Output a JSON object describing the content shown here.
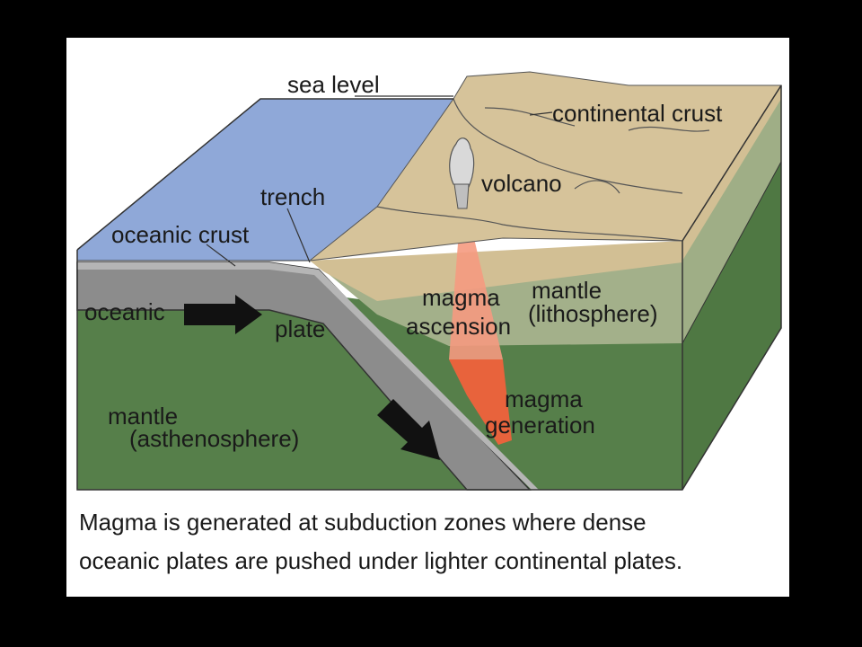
{
  "labels": {
    "sea_level": "sea level",
    "continental_crust": "continental crust",
    "volcano": "volcano",
    "trench": "trench",
    "oceanic_crust": "oceanic crust",
    "oceanic": "oceanic",
    "plate": "plate",
    "magma_ascension_1": "magma",
    "magma_ascension_2": "ascension",
    "mantle_litho_1": "mantle",
    "mantle_litho_2": "(lithosphere)",
    "magma_generation_1": "magma",
    "magma_generation_2": "generation",
    "mantle_astheno_1": "mantle",
    "mantle_astheno_2": "(asthenosphere)"
  },
  "caption": {
    "line1": "Magma is generated at subduction zones where dense",
    "line2": "oceanic plates are pushed under lighter continental plates."
  },
  "colors": {
    "background": "#000000",
    "panel": "#ffffff",
    "ocean": "#8fa8d8",
    "continent": "#d6c39a",
    "lithosphere": "#9fae86",
    "asthenosphere": "#567f4a",
    "plate": "#8c8c8c",
    "magma": "#e8633c"
  }
}
